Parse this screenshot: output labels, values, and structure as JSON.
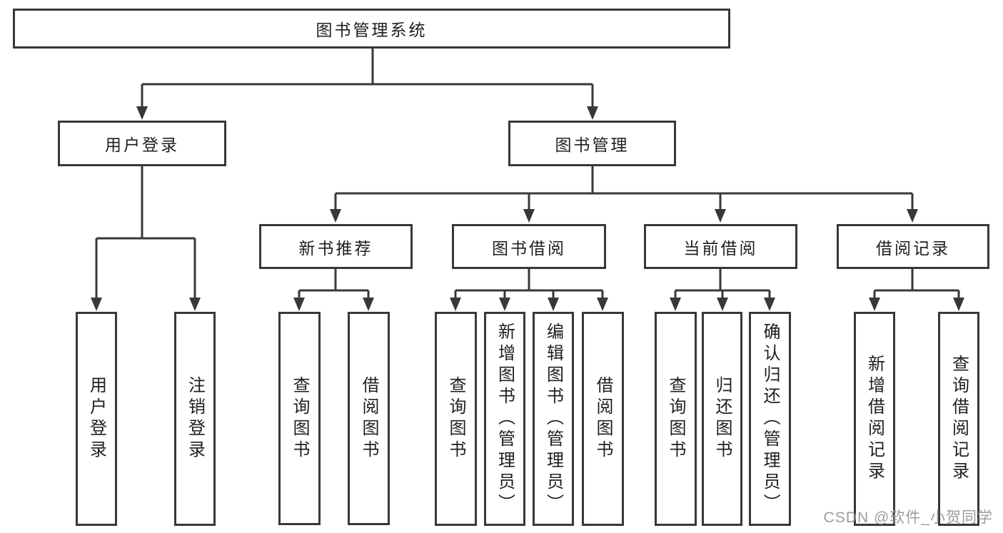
{
  "tree": {
    "label": "图书管理系统",
    "children": [
      {
        "label": "用户登录",
        "children": [
          {
            "label": "用户登录"
          },
          {
            "label": "注销登录"
          }
        ]
      },
      {
        "label": "图书管理",
        "children": [
          {
            "label": "新书推荐",
            "children": [
              {
                "label": "查询图书"
              },
              {
                "label": "借阅图书"
              }
            ]
          },
          {
            "label": "图书借阅",
            "children": [
              {
                "label": "查询图书"
              },
              {
                "label": "新增图书（管理员）"
              },
              {
                "label": "编辑图书（管理员）"
              },
              {
                "label": "借阅图书"
              }
            ]
          },
          {
            "label": "当前借阅",
            "children": [
              {
                "label": "查询图书"
              },
              {
                "label": "归还图书"
              },
              {
                "label": "确认归还（管理员）"
              }
            ]
          },
          {
            "label": "借阅记录",
            "children": [
              {
                "label": "新增借阅记录"
              },
              {
                "label": "查询借阅记录"
              }
            ]
          }
        ]
      }
    ]
  },
  "watermark": {
    "text": "CSDN @软件_小贺同学"
  },
  "colors": {
    "line": "#383838",
    "box_border": "#383838",
    "text": "#1f1f1f",
    "watermark": "#949494",
    "background": "#ffffff"
  }
}
